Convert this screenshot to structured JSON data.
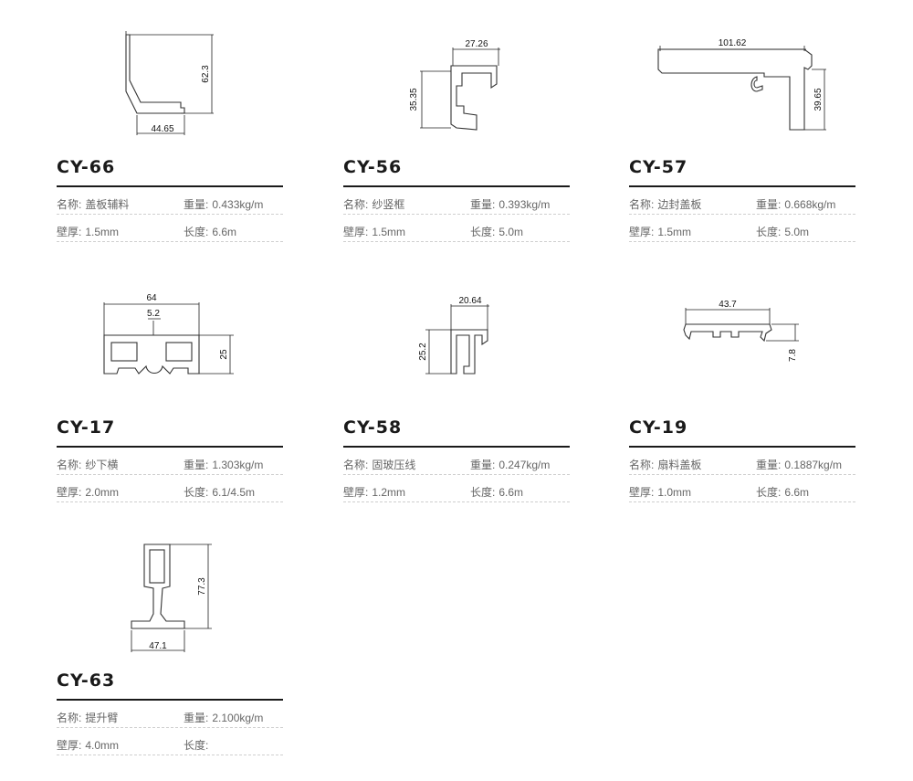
{
  "labels": {
    "name": "名称:",
    "weight": "重量:",
    "thickness": "壁厚:",
    "length": "长度:"
  },
  "products": [
    {
      "code": "CY-66",
      "name": "盖板辅料",
      "weight": "0.433kg/m",
      "thickness": "1.5mm",
      "length": "6.6m",
      "dims": [
        "44.65",
        "62.3"
      ]
    },
    {
      "code": "CY-56",
      "name": "纱竖框",
      "weight": "0.393kg/m",
      "thickness": "1.5mm",
      "length": "5.0m",
      "dims": [
        "27.26",
        "35.35"
      ]
    },
    {
      "code": "CY-57",
      "name": "边封盖板",
      "weight": "0.668kg/m",
      "thickness": "1.5mm",
      "length": "5.0m",
      "dims": [
        "101.62",
        "39.65"
      ]
    },
    {
      "code": "CY-17",
      "name": "纱下横",
      "weight": "1.303kg/m",
      "thickness": "2.0mm",
      "length": "6.1/4.5m",
      "dims": [
        "64",
        "5.2",
        "25"
      ]
    },
    {
      "code": "CY-58",
      "name": "固玻压线",
      "weight": "0.247kg/m",
      "thickness": "1.2mm",
      "length": "6.6m",
      "dims": [
        "20.64",
        "25.2"
      ]
    },
    {
      "code": "CY-19",
      "name": "扇料盖板",
      "weight": "0.1887kg/m",
      "thickness": "1.0mm",
      "length": "6.6m",
      "dims": [
        "43.7",
        "7.8"
      ]
    },
    {
      "code": "CY-63",
      "name": "提升臂",
      "weight": "2.100kg/m",
      "thickness": "4.0mm",
      "length": "",
      "dims": [
        "77.3",
        "47.1"
      ]
    }
  ]
}
